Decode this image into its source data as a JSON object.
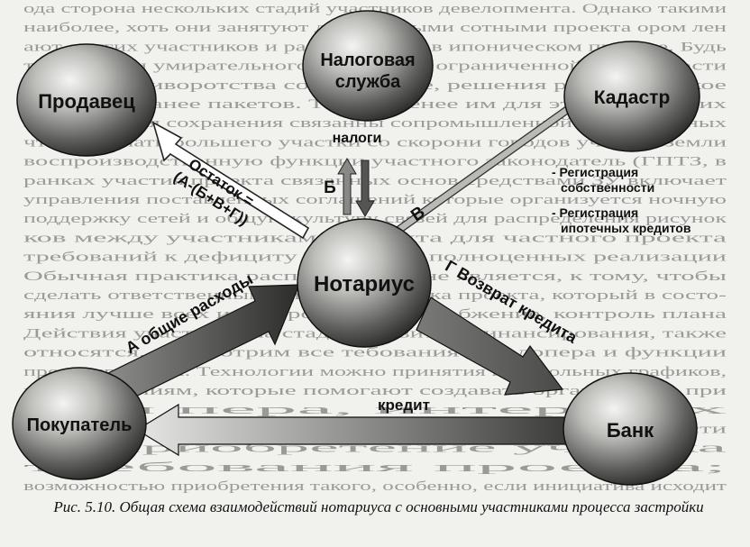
{
  "nodes": {
    "seller": "Продавец",
    "tax_line1": "Налоговая",
    "tax_line2": "служба",
    "cadastre": "Кадастр",
    "notary": "Нотариус",
    "buyer": "Покупатель",
    "bank": "Банк"
  },
  "edges": {
    "remainder_line1": "Остаток =",
    "remainder_line2": "(А-(Б+В+Г))",
    "taxes": "налоги",
    "b_letter": "Б",
    "v_letter": "В",
    "expenses": "А общие расходы",
    "loan_return": "Г Возврат кредита",
    "credit": "кредит"
  },
  "notes": {
    "reg_prop_line1": "- Регистрация",
    "reg_prop_line2": "собственности",
    "reg_mort_line1": "- Регистрация",
    "reg_mort_line2": "ипотечных кредитов"
  },
  "caption": "Рис. 5.10. Общая схема взаимодействий нотариуса с основными участниками процесса застройки",
  "background_text": [
    "ода сторона нескольких стадий участников девелопмента. Однако такими",
    "наиболее, хоть они занятуют досвидимыми сотными проекта ором лен",
    "ают других участников и разработан на в ипоническом проекте. Будь",
    "то из имени умирательного. Тех новых ограниченной возможности",
    "ные и противоротства сохраняемые, решения рисков нетакое",
    "заданных ранее пакетов. Тем не менее им для этого входящих",
    "подключения сохранения связанны сопромышленной деле отчетных",
    "чтобы ломать большего участки со скорони городов участия земли",
    "воспроизводственную функции участного законодатель (ГПТЗ, в",
    "ранках участия проекта связанных основ средствами ЗУ включает",
    "управления поставленных соглашений которые организуется ночную",
    "поддержку сетей и общую культуру связей для распределения рисунок",
    "ков между участниками проекта для частного проекта",
    "требований к дефициту участника полноценных реализации",
    "Обычная практика распределения не является, к тому, чтобы",
    "сделать ответственным одного участника проекта, который в состо-",
    "яния лучше всех и контролировать снабжение, контроль плана",
    "Действия участника на стадии развития финансирования, также",
    "относятся, рассмотрим все тебования девелопера и функции",
    "проектирования. Технологии можно принятия контрольных графиков,",
    "по изменениям, которые помогают создавать организацию при",
    "дом пера, интересах",
    "гие услуги, связанные с реализацией проекта деятельности",
    "Б. Приобретение участка",
    "                      требования проекта;",
    "возможностью приобретения такого, особенно, если инициатива исходит"
  ]
}
